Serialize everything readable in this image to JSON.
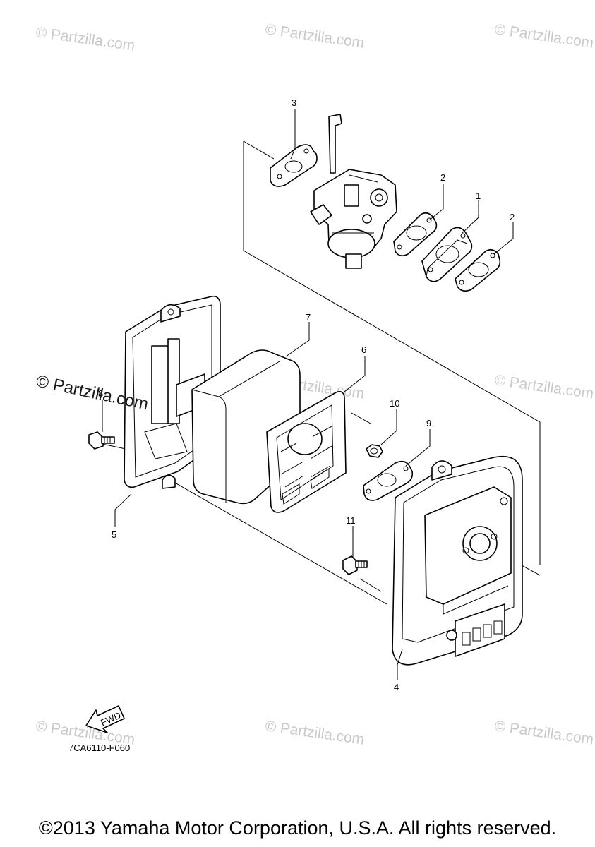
{
  "watermark": {
    "text": "© Partzilla.com",
    "overlay_text": "© Partzilla.com"
  },
  "callouts": {
    "c1": "1",
    "c2a": "2",
    "c2b": "2",
    "c3": "3",
    "c4": "4",
    "c5": "5",
    "c6": "6",
    "c7": "7",
    "c8": "8",
    "c9": "9",
    "c10": "10",
    "c11": "11"
  },
  "fwd_label": "FWD",
  "drawing_code": "7CA6110-F060",
  "copyright": "©2013 Yamaha Motor Corporation, U.S.A. All rights reserved."
}
